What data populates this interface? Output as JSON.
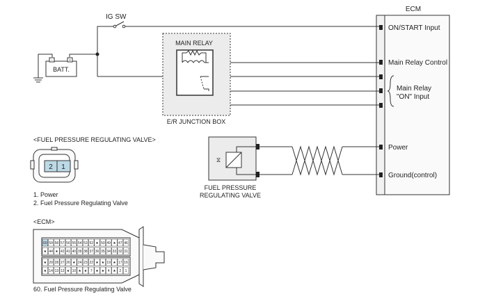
{
  "ecm": {
    "title": "ECM",
    "pins": {
      "on_start": "ON/START Input",
      "main_relay_control": "Main Relay Control",
      "main_relay_on_1": "Main Relay",
      "main_relay_on_2": "\"ON\" Input",
      "power": "Power",
      "ground": "Ground(control)"
    }
  },
  "ig_sw": "IG SW",
  "battery": "BATT.",
  "relay": {
    "label": "MAIN RELAY",
    "box_label": "E/R JUNCTION BOX"
  },
  "valve": {
    "label_1": "FUEL PRESSURE",
    "label_2": "REGULATING VALVE"
  },
  "connector_valve": {
    "title": "<FUEL PRESSURE REGULATING VALVE>",
    "pin_2": "2",
    "pin_1": "1",
    "legend_1": "1. Power",
    "legend_2": "2. Fuel Pressure Regulating Valve"
  },
  "connector_ecm": {
    "title": "<ECM>",
    "legend": "60. Fuel Pressure Regulating Valve",
    "row1": [
      "60",
      "59",
      "58",
      "57",
      "56",
      "55",
      "54",
      "53",
      "52",
      "★",
      "50",
      "49",
      "★",
      "47",
      "46"
    ],
    "row2": [
      "★",
      "44",
      "★",
      "42",
      "41",
      "40",
      "39",
      "38",
      "37",
      "36",
      "35",
      "34",
      "33",
      "32",
      "31"
    ],
    "row3": [
      "★",
      "29",
      "28",
      "27",
      "26",
      "★",
      "24",
      "23",
      "22",
      "★",
      "★",
      "19",
      "★",
      "17",
      "16"
    ],
    "row4": [
      "★",
      "14",
      "13",
      "12",
      "★",
      "10",
      "★",
      "★",
      "7",
      "★",
      "★",
      "4",
      "★",
      "2",
      "1"
    ]
  }
}
